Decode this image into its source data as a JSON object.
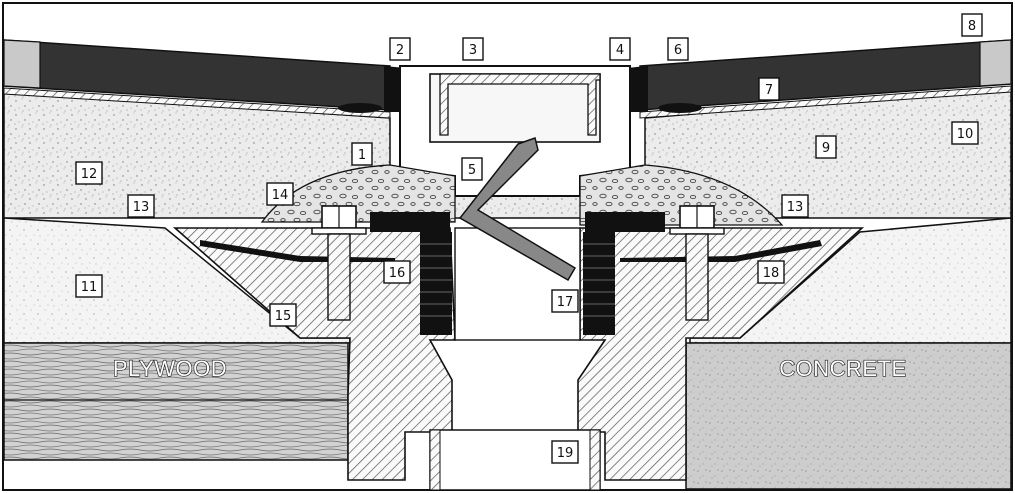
{
  "materials": {
    "left_substrate": "PLYWOOD",
    "right_substrate": "CONCRETE"
  },
  "callouts": [
    "1",
    "2",
    "3",
    "4",
    "5",
    "6",
    "7",
    "8",
    "9",
    "10",
    "11",
    "12",
    "13",
    "13",
    "14",
    "15",
    "16",
    "17",
    "18",
    "19"
  ],
  "colors": {
    "tile": "#333333",
    "mortar": "#e2e2e2",
    "hatch": "#555555",
    "stroke": "#111111",
    "concrete": "#cfcfcf"
  }
}
